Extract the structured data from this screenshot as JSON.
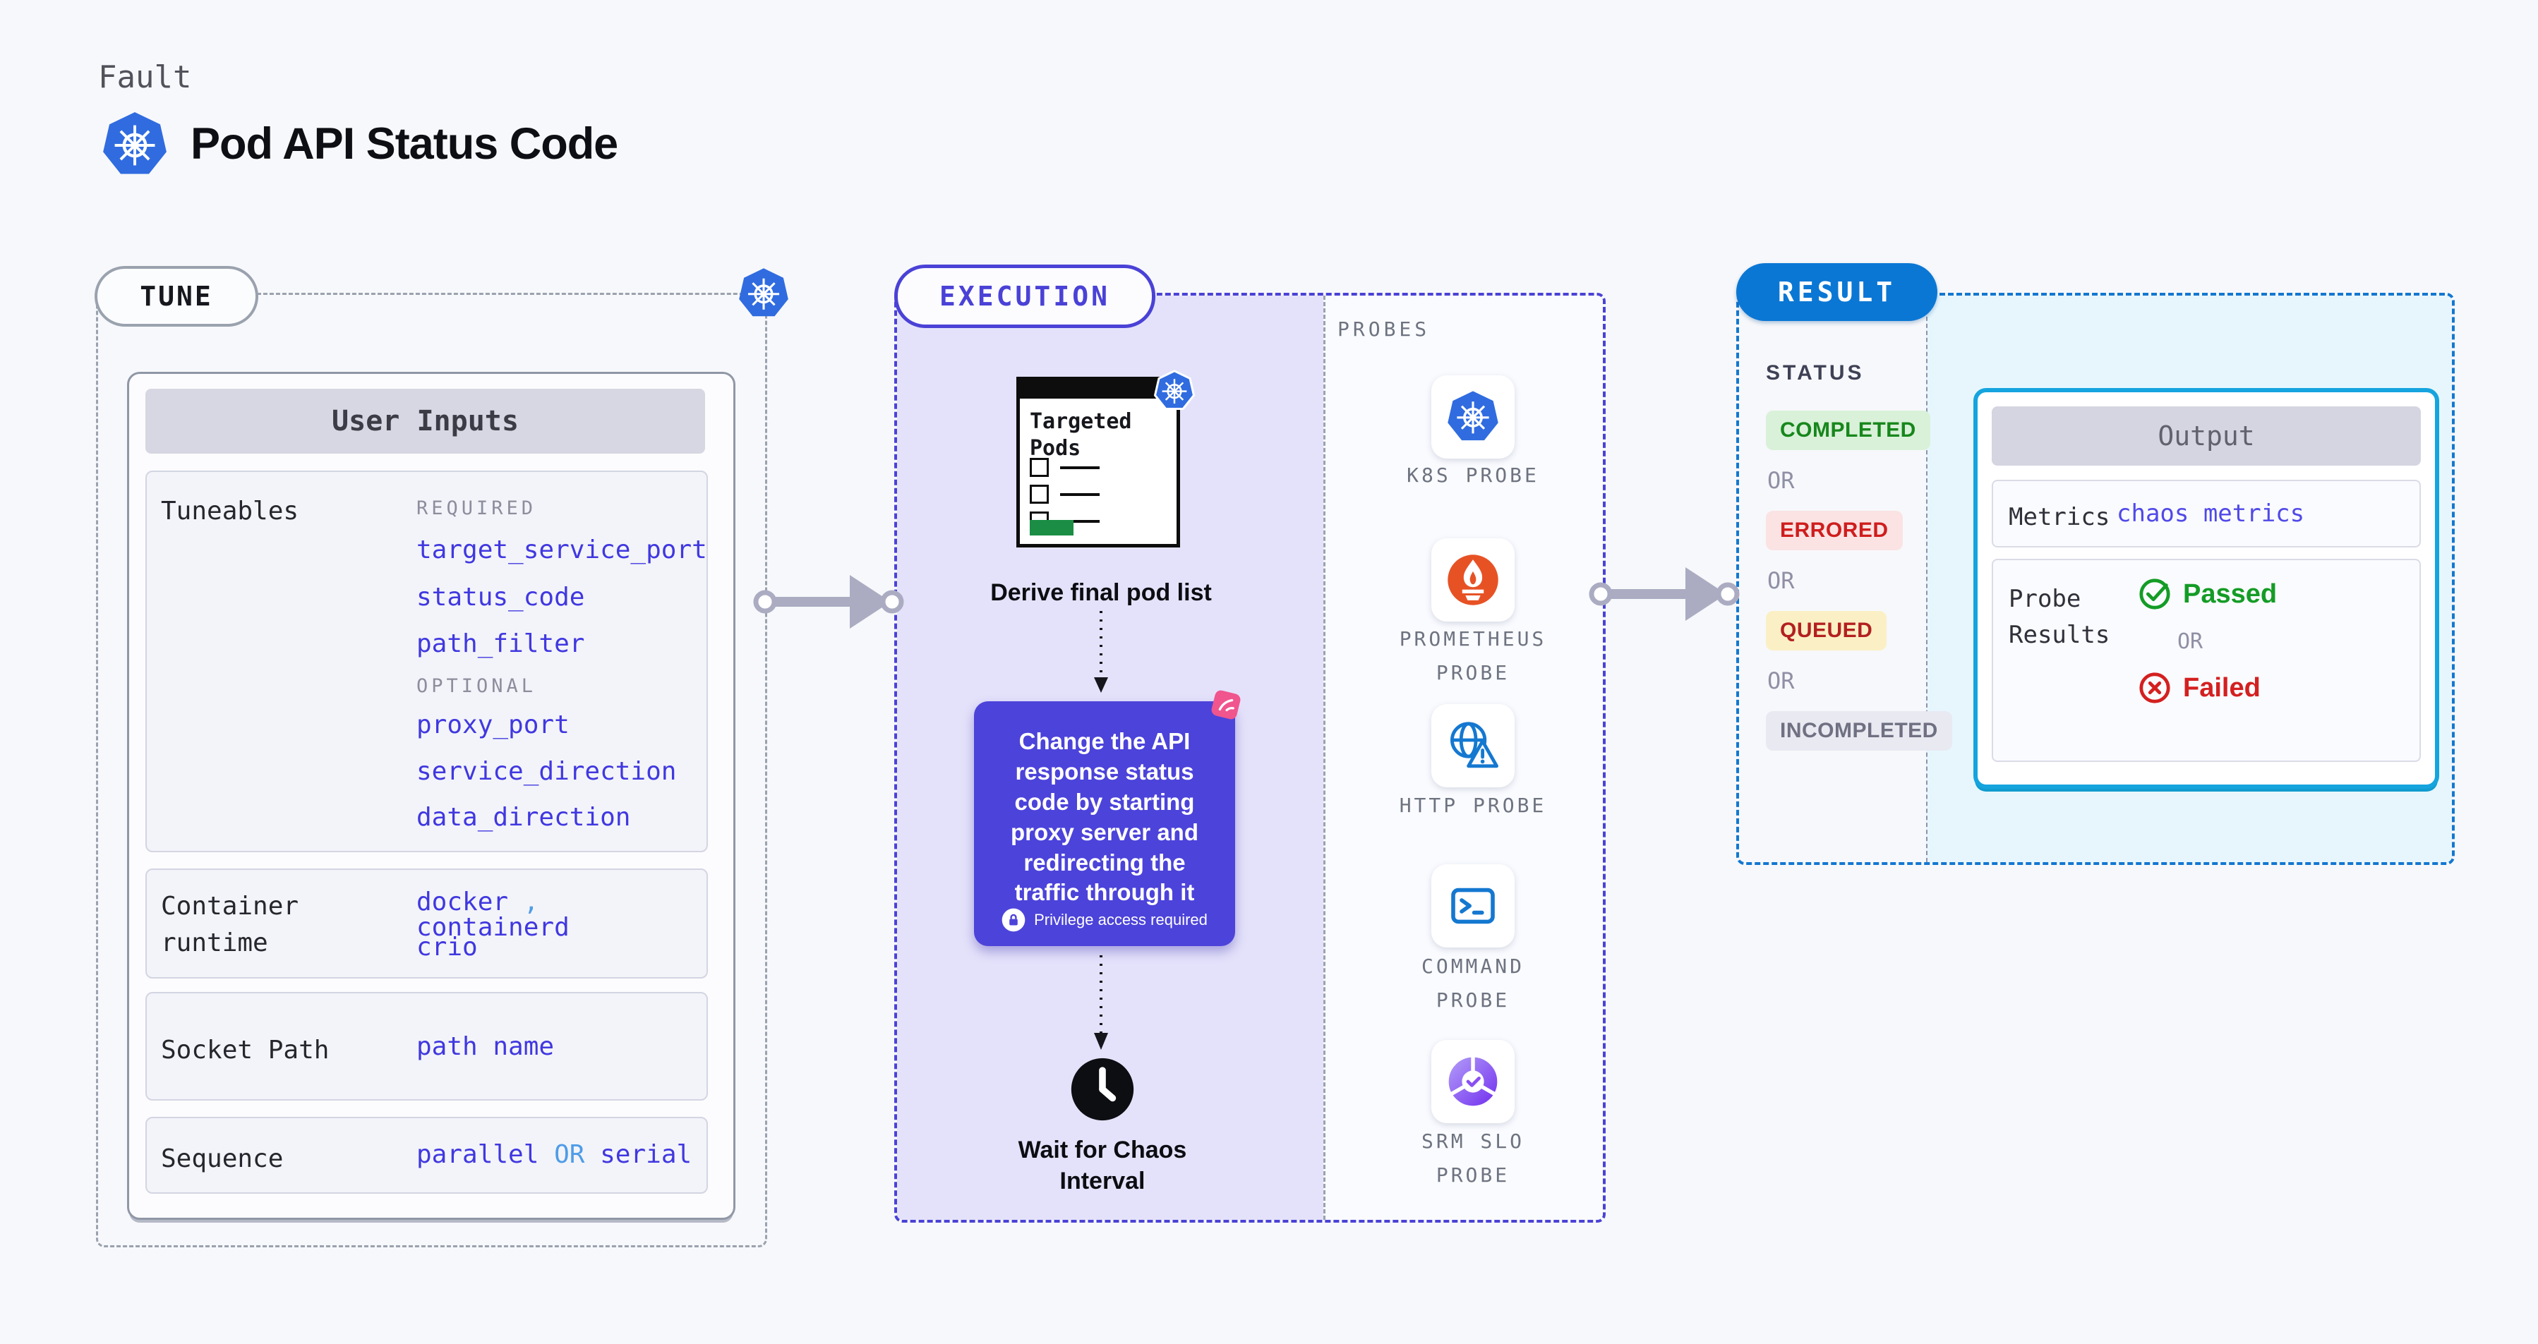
{
  "header": {
    "kicker": "Fault",
    "title": "Pod API Status Code"
  },
  "tune": {
    "badge_label": "TUNE",
    "user_inputs": {
      "title": "User Inputs",
      "tuneables": {
        "label": "Tuneables",
        "required_label": "REQUIRED",
        "required": [
          "target_service_port",
          "status_code",
          "path_filter"
        ],
        "optional_label": "OPTIONAL",
        "optional": [
          "proxy_port",
          "service_direction",
          "data_direction"
        ]
      },
      "container_runtime": {
        "label": "Container runtime",
        "values": [
          "docker",
          "containerd",
          "crio"
        ],
        "separator": ","
      },
      "socket_path": {
        "label": "Socket Path",
        "value": "path name"
      },
      "sequence": {
        "label": "Sequence",
        "option_a": "parallel",
        "or_label": "OR",
        "option_b": "serial"
      }
    }
  },
  "execution": {
    "badge_label": "EXECUTION",
    "targeted_pods_title": "Targeted Pods",
    "derive_label": "Derive final pod list",
    "action_text": "Change the API response status code by starting proxy server and redirecting the traffic through it",
    "privilege_note": "Privilege access required",
    "wait_label": "Wait for Chaos Interval"
  },
  "probes": {
    "panel_label": "PROBES",
    "items": [
      {
        "label": "K8S PROBE",
        "icon": "kubernetes-icon"
      },
      {
        "label": "PROMETHEUS PROBE",
        "icon": "prometheus-icon"
      },
      {
        "label": "HTTP PROBE",
        "icon": "http-globe-icon"
      },
      {
        "label": "COMMAND PROBE",
        "icon": "terminal-icon"
      },
      {
        "label": "SRM SLO PROBE",
        "icon": "slo-donut-icon"
      }
    ]
  },
  "result": {
    "badge_label": "RESULT",
    "status": {
      "label": "STATUS",
      "or_label": "OR",
      "badges": [
        {
          "label": "COMPLETED",
          "bg": "#d9f1d9",
          "color": "#17871c"
        },
        {
          "label": "ERRORED",
          "bg": "#fbe3e3",
          "color": "#cf1d1d"
        },
        {
          "label": "QUEUED",
          "bg": "#fbf0c5",
          "color": "#b32020"
        },
        {
          "label": "INCOMPLETED",
          "bg": "#e9e9f2",
          "color": "#6f7081"
        }
      ]
    },
    "output": {
      "title": "Output",
      "metrics_label": "Metrics",
      "metrics_value": "chaos metrics",
      "probe_results_label": "Probe Results",
      "passed_label": "Passed",
      "or_label": "OR",
      "failed_label": "Failed"
    }
  },
  "accents": {
    "indigo": "#4a42d6",
    "k8s_blue": "#306ce0",
    "result_blue": "#0b77d4",
    "cyan_border": "#15a4de",
    "action_purple": "#4c43da",
    "value_blue": "#4038e0",
    "or_blue": "#4f9ce8",
    "prometheus_orange": "#e75225",
    "passed_green": "#149c26",
    "failed_red": "#d42020",
    "chaos_pink": "#f0558e",
    "targeted_green": "#1b8d45"
  }
}
